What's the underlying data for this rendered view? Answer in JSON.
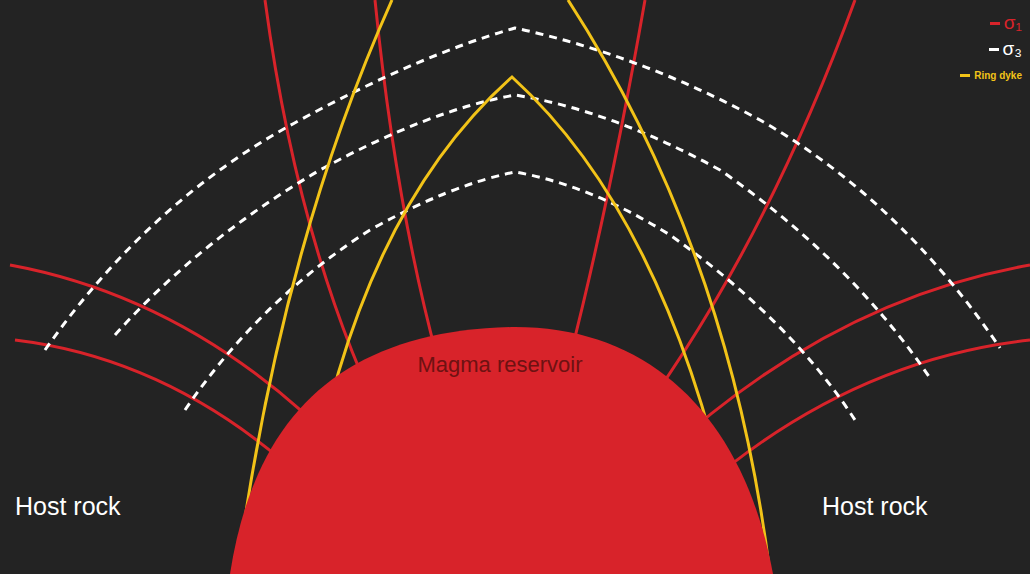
{
  "diagram": {
    "nodes": [
      {
        "text": [
          "Magma reservoir"
        ]
      }
    ],
    "labels": [
      "Host rock",
      "Host rock"
    ],
    "legend": [
      {
        "text": "σ₁",
        "color": "#d8232a"
      },
      {
        "text": "σ₃",
        "color": "#ffffff"
      },
      {
        "text": "Ring dyke",
        "color": "#f2c318"
      }
    ]
  }
}
